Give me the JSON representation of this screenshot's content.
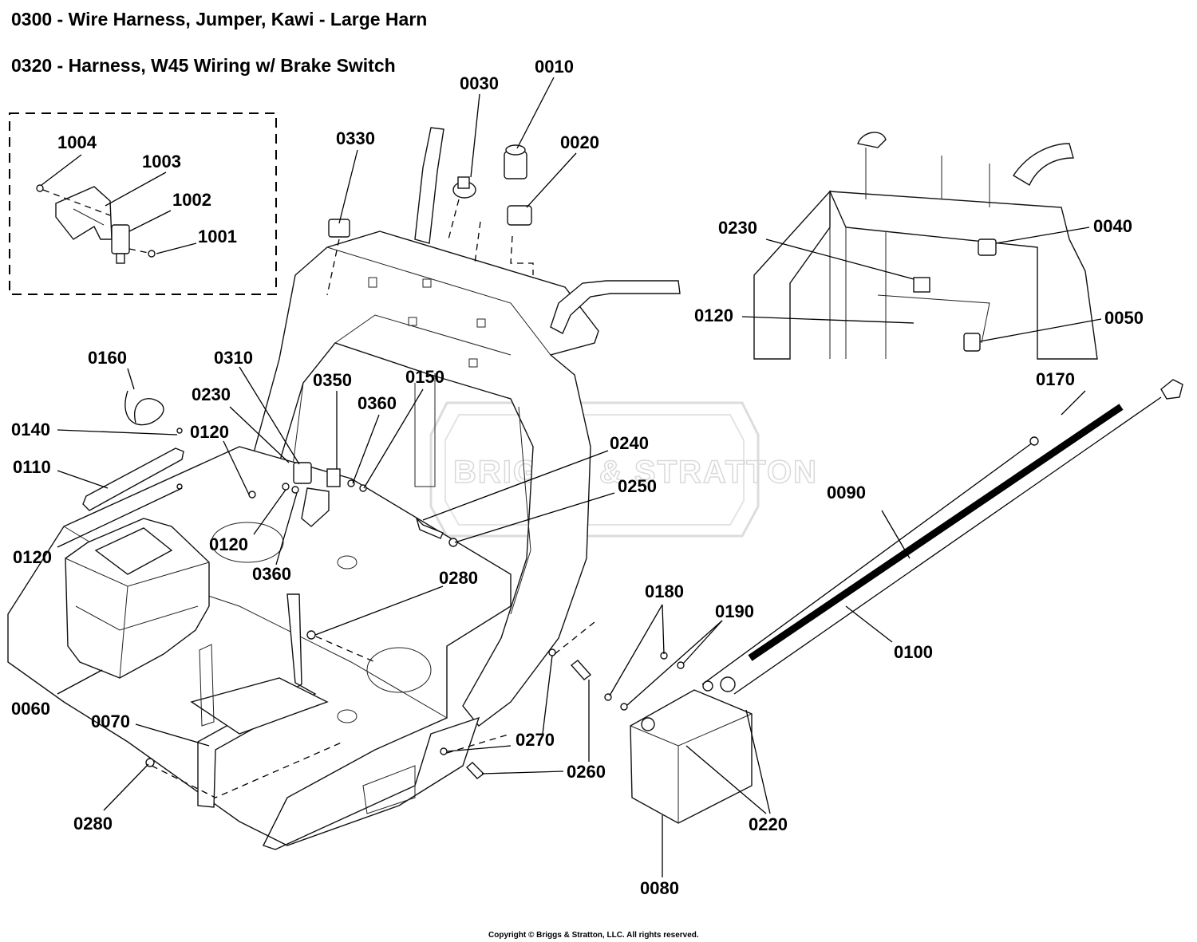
{
  "header": {
    "line1": "0300 - Wire Harness, Jumper, Kawi - Large Harn",
    "line2": "0320 - Harness, W45 Wiring w/ Brake Switch"
  },
  "callouts": {
    "c0010": "0010",
    "c0020": "0020",
    "c0030": "0030",
    "c0040": "0040",
    "c0050": "0050",
    "c0060": "0060",
    "c0070": "0070",
    "c0080": "0080",
    "c0090": "0090",
    "c0100": "0100",
    "c0110": "0110",
    "c0120a": "0120",
    "c0120b": "0120",
    "c0120c": "0120",
    "c0120d": "0120",
    "c0140": "0140",
    "c0150": "0150",
    "c0160": "0160",
    "c0170": "0170",
    "c0180": "0180",
    "c0190": "0190",
    "c0220": "0220",
    "c0230a": "0230",
    "c0230b": "0230",
    "c0240": "0240",
    "c0250": "0250",
    "c0260": "0260",
    "c0270": "0270",
    "c0280a": "0280",
    "c0280b": "0280",
    "c0310": "0310",
    "c0330": "0330",
    "c0350": "0350",
    "c0360a": "0360",
    "c0360b": "0360",
    "c1001": "1001",
    "c1002": "1002",
    "c1003": "1003",
    "c1004": "1004"
  },
  "watermark": "BRIGGS & STRATTON",
  "copyright": "Copyright © Briggs & Stratton, LLC. All rights reserved."
}
